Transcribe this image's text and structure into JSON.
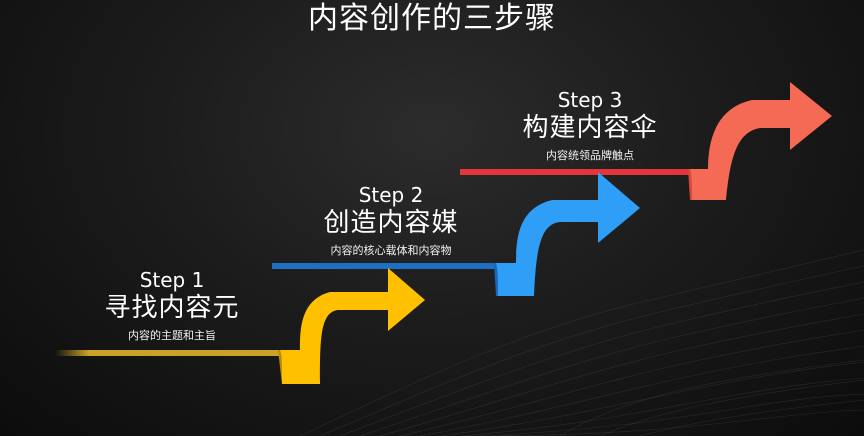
{
  "title": "内容创作的三步骤",
  "steps": [
    {
      "label": "Step 1",
      "heading": "寻找内容元",
      "description": "内容的主题和主旨",
      "color": "#FFC000"
    },
    {
      "label": "Step 2",
      "heading": "创造内容媒",
      "description": "内容的核心载体和内容物",
      "color": "#2E9EF7"
    },
    {
      "label": "Step 3",
      "heading": "构建内容伞",
      "description": "内容统领品牌触点",
      "color": "#F46A55"
    }
  ],
  "line_colors": [
    "#C9A227",
    "#1E6FC4",
    "#E3353B"
  ],
  "background_color": "#1A1A1A"
}
